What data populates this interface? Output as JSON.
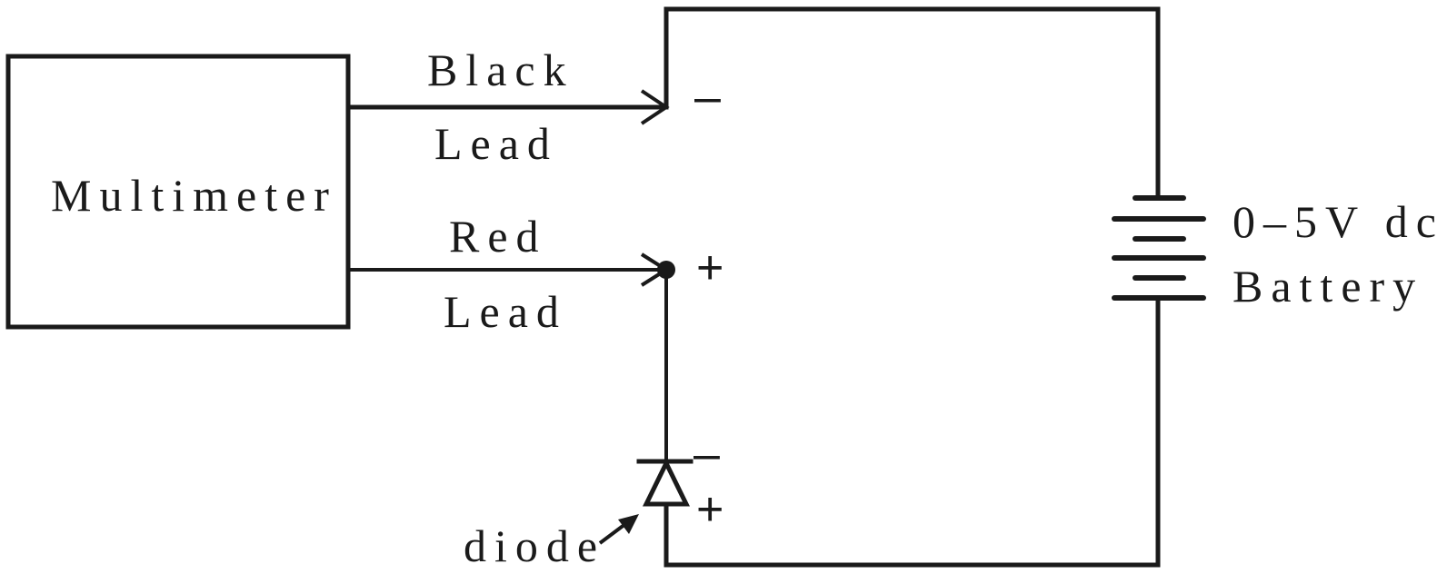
{
  "multimeter": {
    "label": "Multimeter"
  },
  "black_lead": {
    "line1": "Black",
    "line2": "Lead"
  },
  "red_lead": {
    "line1": "Red",
    "line2": "Lead"
  },
  "terminals": {
    "negative": "–",
    "positive": "+"
  },
  "battery": {
    "line1": "0–5V dc",
    "line2": "Battery"
  },
  "diode": {
    "label": "diode",
    "negative": "–",
    "positive": "+"
  }
}
